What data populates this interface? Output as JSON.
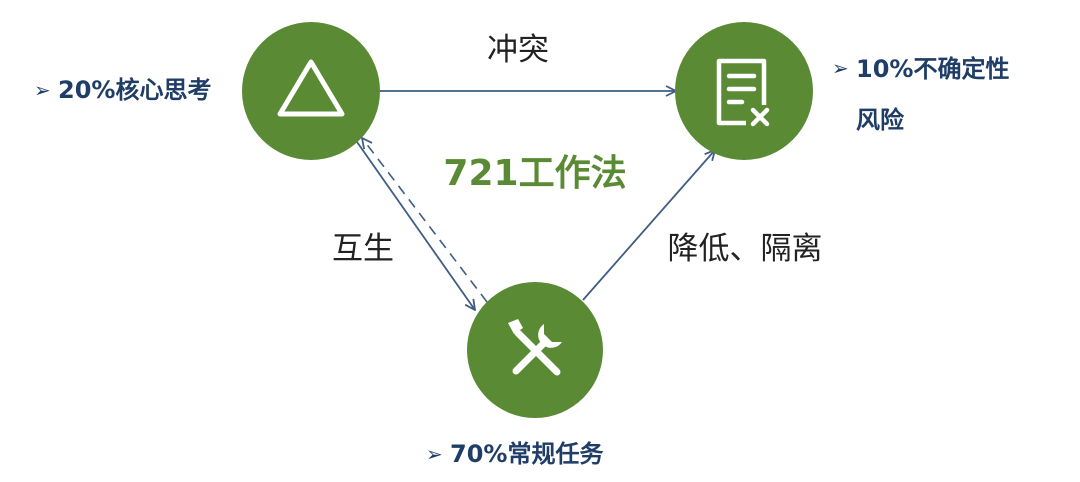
{
  "title": "721工作法",
  "nodes": {
    "thinking": {
      "label": "20%核心思考",
      "icon": "triangle-icon"
    },
    "risk": {
      "label_line1": "10%不确定性",
      "label_line2": "风险",
      "icon": "document-x-icon"
    },
    "tasks": {
      "label": "70%常规任务",
      "icon": "tools-icon"
    }
  },
  "edges": {
    "thinking_to_risk": "冲突",
    "thinking_tasks": "互生",
    "tasks_to_risk": "降低、隔离"
  },
  "bullet_glyph": "➢",
  "colors": {
    "node": "#5a8a34",
    "connector": "#3f5d85",
    "label": "#1f3d66",
    "title": "#5a8a34"
  }
}
